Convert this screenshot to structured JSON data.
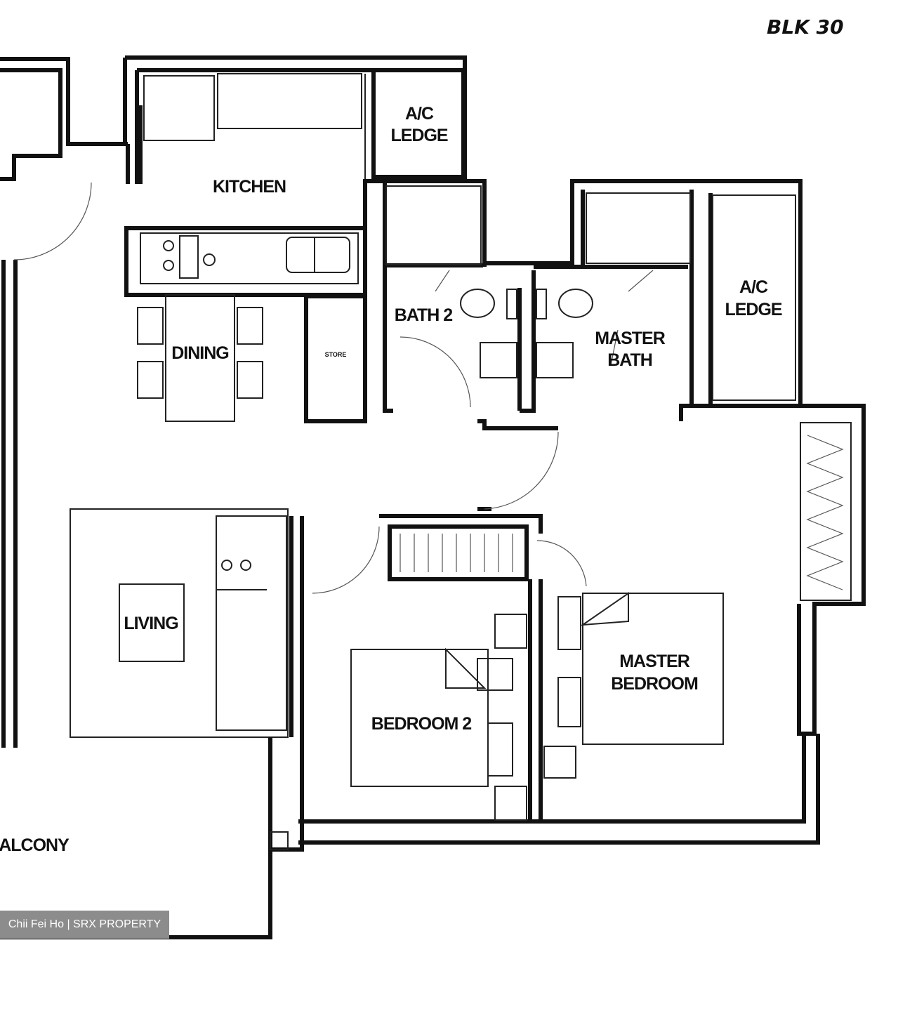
{
  "block_label": "BLK 30",
  "rooms": {
    "kitchen": "KITCHEN",
    "ac_ledge_top": [
      "A/C",
      "LEDGE"
    ],
    "bath2": "BATH 2",
    "dining": "DINING",
    "store": "STORE",
    "ac_ledge_right": [
      "A/C",
      "LEDGE"
    ],
    "master_bath": [
      "MASTER",
      "BATH"
    ],
    "living": "LIVING",
    "bedroom2": "BEDROOM 2",
    "master_bedroom": [
      "MASTER",
      "BEDROOM"
    ],
    "balcony": "ALCONY"
  },
  "watermark": "Chii Fei Ho | SRX PROPERTY"
}
